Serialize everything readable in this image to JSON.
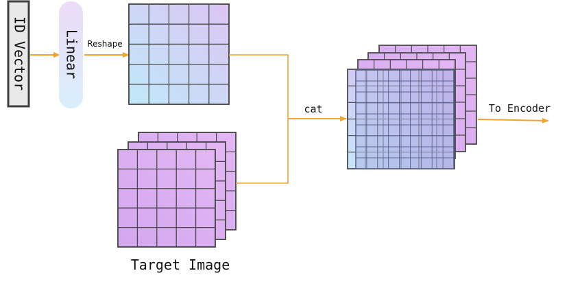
{
  "nodes": {
    "id_vector": "ID Vector",
    "linear": "Linear",
    "target_image": "Target Image"
  },
  "edges": {
    "reshape": "Reshape",
    "cat": "cat",
    "to_encoder": "To Encoder"
  },
  "colors": {
    "arrow": "#f4a32e",
    "grid_cyan": "#bfeaf9",
    "grid_purple": "#d9a2ef",
    "grid_line": "#4a4a4a",
    "id_box_fill": "#e9e9e9",
    "linear_fill_top": "#ecdcf6",
    "linear_fill_bottom": "#d9eefb"
  }
}
